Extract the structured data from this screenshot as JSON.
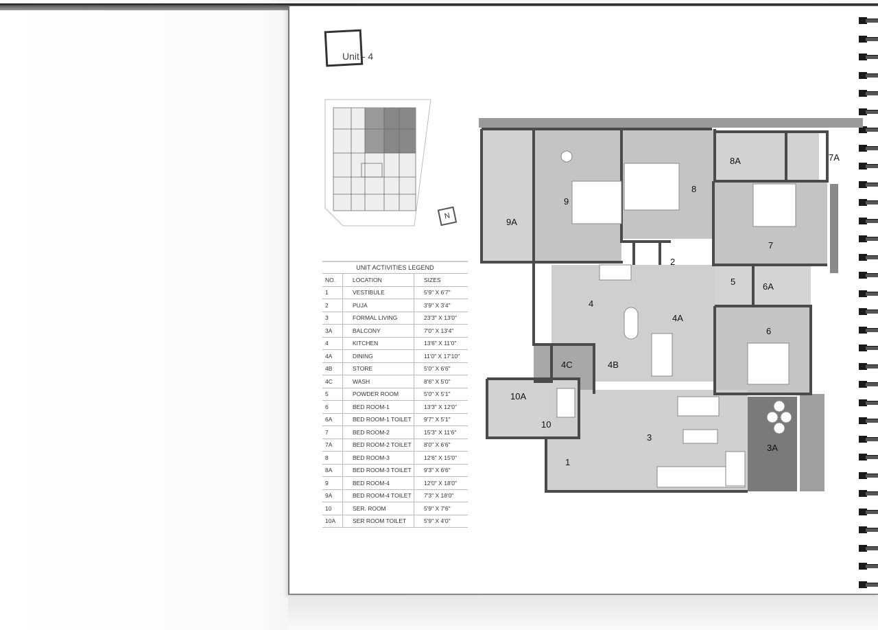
{
  "page": {
    "unit_title": "Unit - 4",
    "north_label": "N"
  },
  "legend": {
    "title": "UNIT ACTIVITIES LEGEND",
    "headers": {
      "no": "NO.",
      "location": "LOCATION",
      "sizes": "SIZES"
    },
    "rows": [
      {
        "no": "1",
        "location": "VESTIBULE",
        "size": "5'9\" X 6'7\""
      },
      {
        "no": "2",
        "location": "PUJA",
        "size": "3'9\" X 3'4\""
      },
      {
        "no": "3",
        "location": "FORMAL LIVING",
        "size": "23'3\" X 13'0\""
      },
      {
        "no": "3A",
        "location": "BALCONY",
        "size": "7'0\" X 13'4\""
      },
      {
        "no": "4",
        "location": "KITCHEN",
        "size": "13'6\" X 11'0\""
      },
      {
        "no": "4A",
        "location": "DINING",
        "size": "11'0\" X 17'10\""
      },
      {
        "no": "4B",
        "location": "STORE",
        "size": "5'0\" X 6'6\""
      },
      {
        "no": "4C",
        "location": "WASH",
        "size": "8'6\" X 5'0\""
      },
      {
        "no": "5",
        "location": "POWDER ROOM",
        "size": "5'0\" X 5'1\""
      },
      {
        "no": "6",
        "location": "BED ROOM-1",
        "size": "13'3\" X 12'0\""
      },
      {
        "no": "6A",
        "location": "BED ROOM-1 TOILET",
        "size": "9'7\" X 5'1\""
      },
      {
        "no": "7",
        "location": "BED ROOM-2",
        "size": "15'3\" X 11'6\""
      },
      {
        "no": "7A",
        "location": "BED ROOM-2 TOILET",
        "size": "8'0\" X 6'6\""
      },
      {
        "no": "8",
        "location": "BED ROOM-3",
        "size": "12'6\" X 15'0\""
      },
      {
        "no": "8A",
        "location": "BED ROOM-3 TOILET",
        "size": "9'3\" X 6'6\""
      },
      {
        "no": "9",
        "location": "BED ROOM-4",
        "size": "12'0\" X 18'0\""
      },
      {
        "no": "9A",
        "location": "BED ROOM-4 TOILET",
        "size": "7'3\" X 18'0\""
      },
      {
        "no": "10",
        "location": "SER. ROOM",
        "size": "5'9\" X 7'6\""
      },
      {
        "no": "10A",
        "location": "SER ROOM TOILET",
        "size": "5'9\" X 4'0\""
      }
    ]
  },
  "plan": {
    "labels": {
      "r1": "1",
      "r2": "2",
      "r3": "3",
      "r3a": "3A",
      "r4": "4",
      "r4a": "4A",
      "r4b": "4B",
      "r4c": "4C",
      "r5": "5",
      "r6": "6",
      "r6a": "6A",
      "r7": "7",
      "r7a": "7A",
      "r8": "8",
      "r8a": "8A",
      "r9": "9",
      "r9a": "9A",
      "r10": "10",
      "r10a": "10A"
    },
    "colors": {
      "room_fill": "#c8c8c8",
      "wet_fill": "#d6d6d6",
      "wall": "#4a4a4a",
      "balcony": "#7a7a7a",
      "furniture": "#ffffff"
    }
  }
}
